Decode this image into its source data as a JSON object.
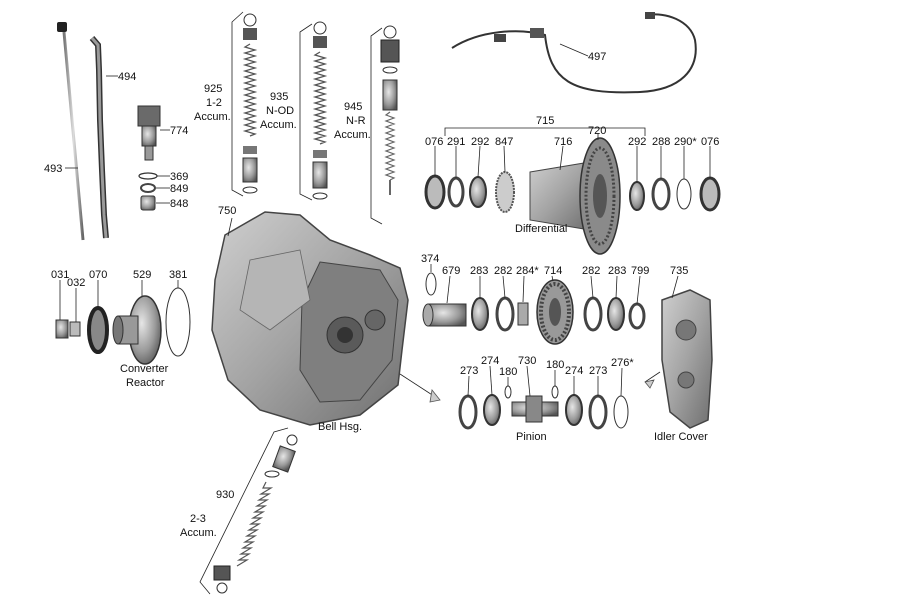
{
  "labels": {
    "l493": "493",
    "l494": "494",
    "l774": "774",
    "l369": "369",
    "l849": "849",
    "l848": "848",
    "l925": "925",
    "l925a": "1-2",
    "l925b": "Accum.",
    "l935": "935",
    "l935a": "N-OD",
    "l935b": "Accum.",
    "l945": "945",
    "l945a": "N-R",
    "l945b": "Accum.",
    "l497": "497",
    "l715": "715",
    "l720": "720",
    "l076a": "076",
    "l291": "291",
    "l292a": "292",
    "l847": "847",
    "l716": "716",
    "l292b": "292",
    "l288": "288",
    "l290": "290*",
    "l076b": "076",
    "l750": "750",
    "l374": "374",
    "l679": "679",
    "l283a": "283",
    "l282a": "282",
    "l284": "284*",
    "l714": "714",
    "l282b": "282",
    "l283b": "283",
    "l799": "799",
    "l735": "735",
    "l031": "031",
    "l032": "032",
    "l070": "070",
    "l529": "529",
    "l381": "381",
    "l273a": "273",
    "l274a": "274",
    "l180a": "180",
    "l730": "730",
    "l180b": "180",
    "l274b": "274",
    "l273b": "273",
    "l276": "276*",
    "l930": "930",
    "l930a": "2-3",
    "l930b": "Accum."
  },
  "captions": {
    "differential": "Differential",
    "converter": "Converter",
    "reactor": "Reactor",
    "bell": "Bell Hsg.",
    "pinion": "Pinion",
    "idler": "Idler Cover"
  }
}
